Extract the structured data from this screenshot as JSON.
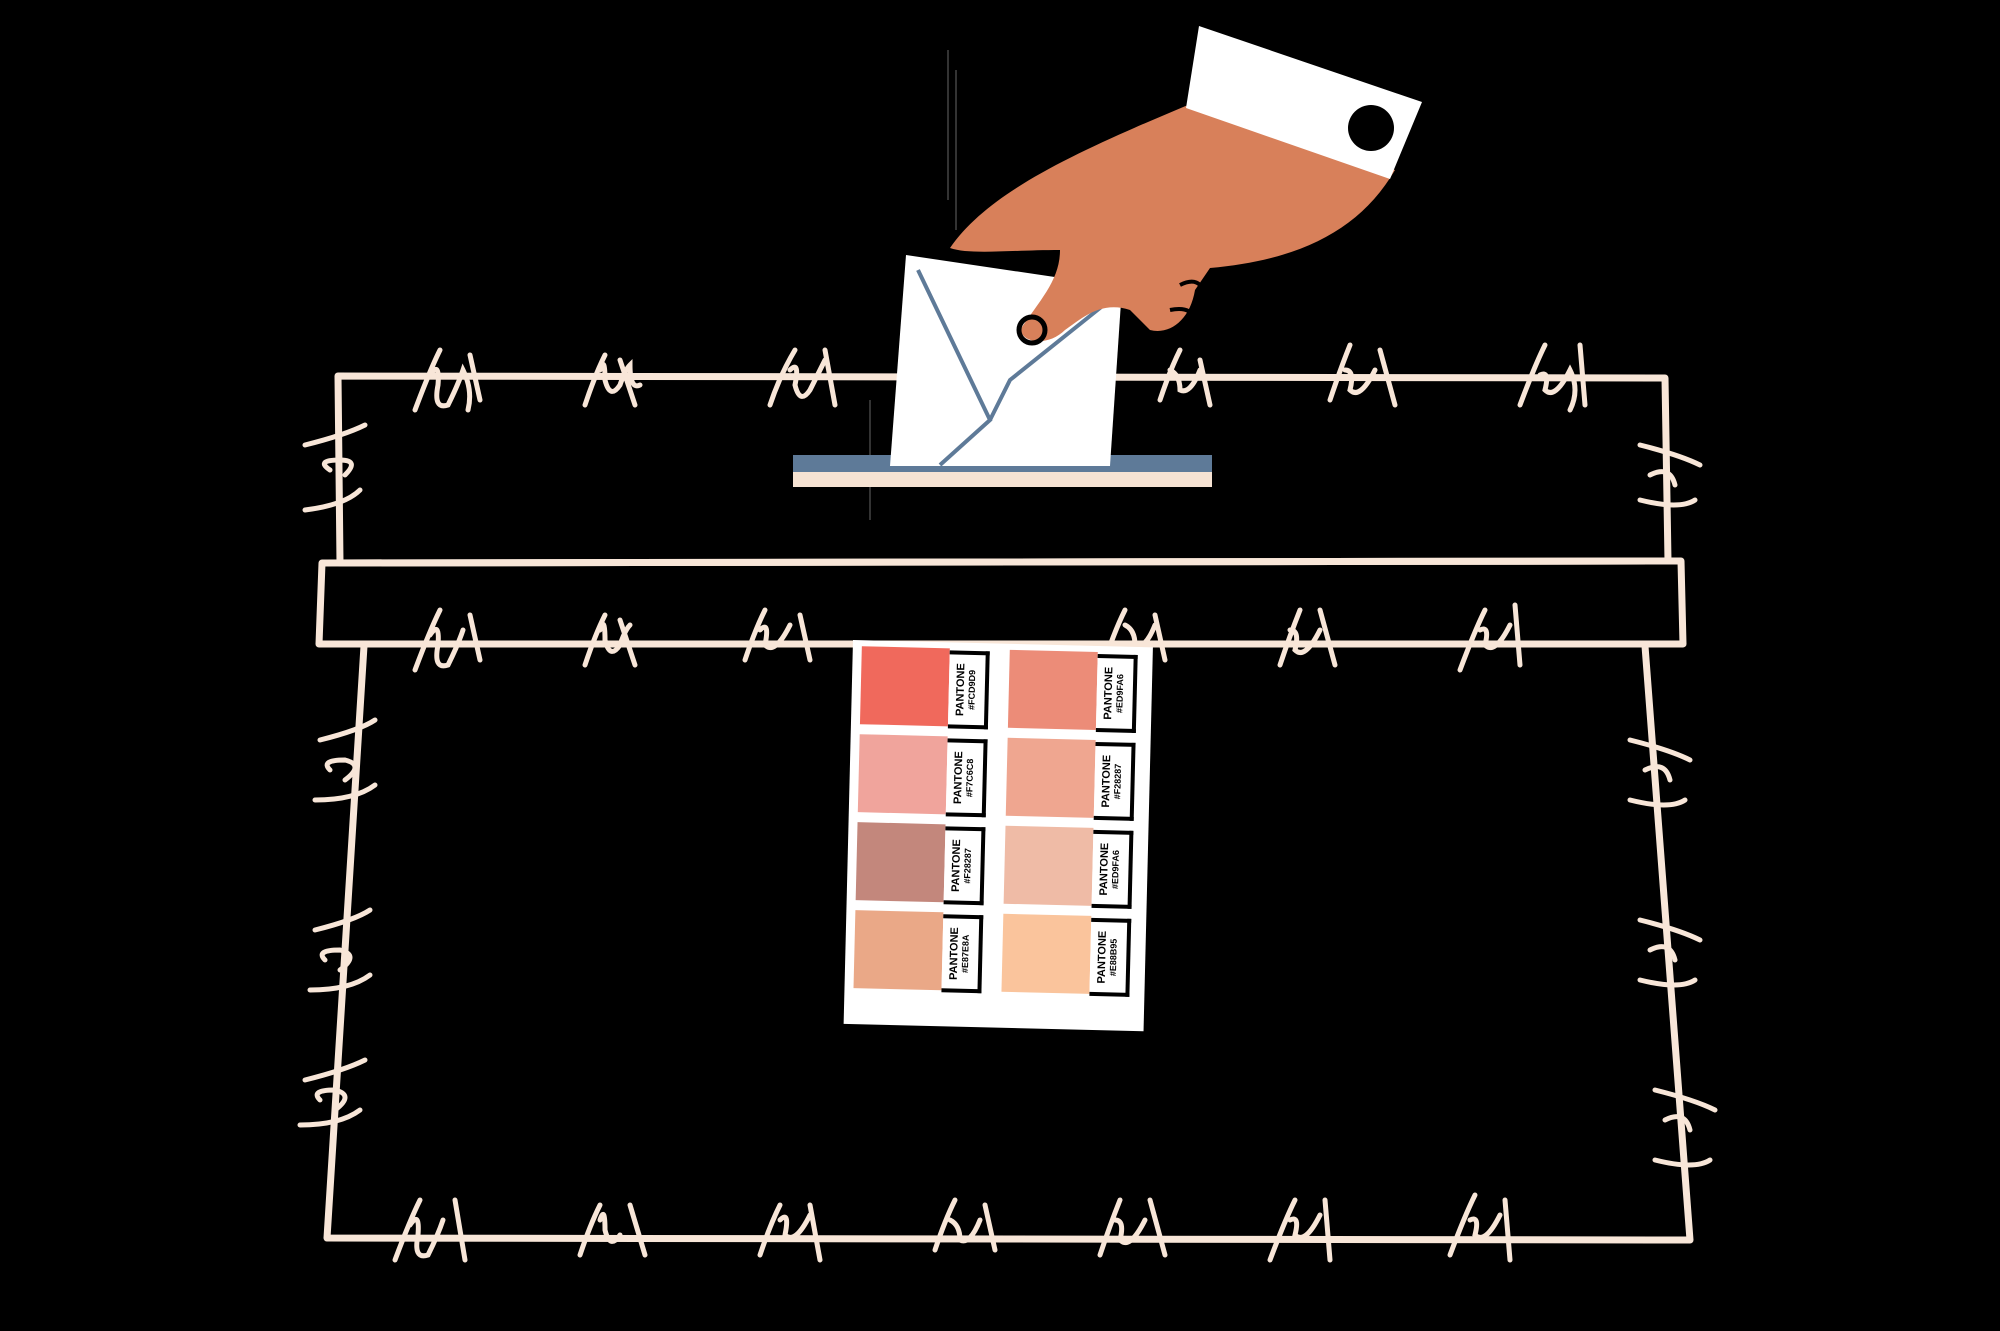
{
  "illustration": {
    "background": "#000000",
    "wire_color": "#F8E6D8",
    "hand_color": "#D8805A",
    "slot_color": "#5E7A98"
  },
  "swatches": [
    {
      "brand": "PANTONE",
      "code": "#FCD9D9",
      "color": "#F0695C"
    },
    {
      "brand": "PANTONE",
      "code": "#ED9FA6",
      "color": "#EC8C78"
    },
    {
      "brand": "PANTONE",
      "code": "#F7C6C8",
      "color": "#F0A49C"
    },
    {
      "brand": "PANTONE",
      "code": "#F28287",
      "color": "#EFA690"
    },
    {
      "brand": "PANTONE",
      "code": "#F28287",
      "color": "#C3877C"
    },
    {
      "brand": "PANTONE",
      "code": "#ED9FA6",
      "color": "#EFBBA6"
    },
    {
      "brand": "PANTONE",
      "code": "#E87E8A",
      "color": "#EAA887"
    },
    {
      "brand": "PANTONE",
      "code": "#E88B95",
      "color": "#FAC49C"
    }
  ]
}
